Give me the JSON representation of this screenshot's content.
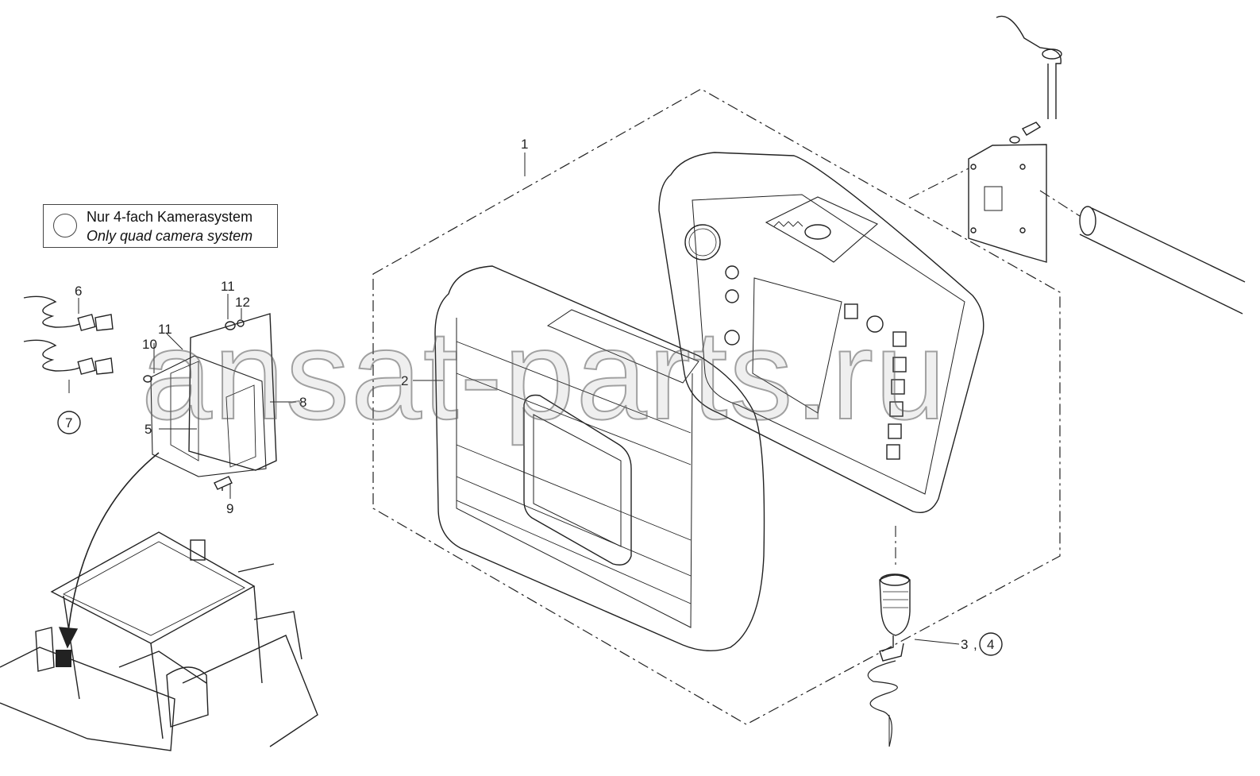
{
  "legend": {
    "de": "Nur 4-fach Kamerasystem",
    "en": "Only quad camera system"
  },
  "callouts": {
    "c1": "1",
    "c2": "2",
    "c3": "3",
    "c4": "4",
    "c5": "5",
    "c6": "6",
    "c7": "7",
    "c8": "8",
    "c9": "9",
    "c10": "10",
    "c11a": "11",
    "c11b": "11",
    "c12": "12",
    "comma": ","
  },
  "watermark": "ansat-parts.ru"
}
